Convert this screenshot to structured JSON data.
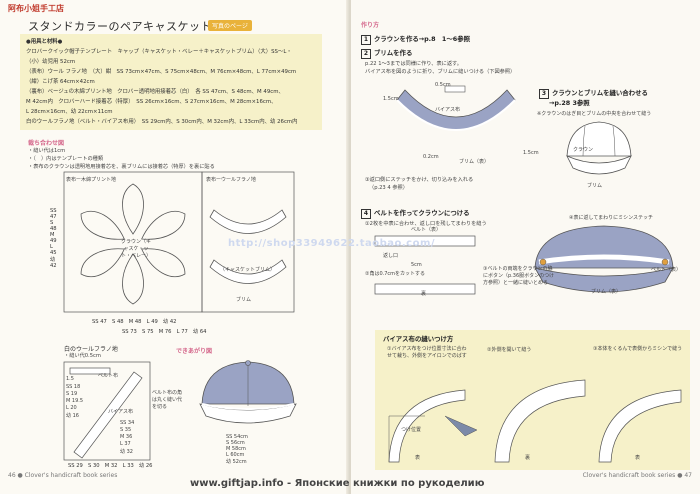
{
  "site_logo": "阿布小姐手工店",
  "left": {
    "title": "スタンドカラーのペアキャスケット",
    "tag": "写真のページ",
    "materials": {
      "heading": "●用具と材料●",
      "lines": [
        "クロバークイック帽子テンプレート　キャップ（キャスケット・ベレー＋キャスケットブリム）（大）SS〜L・",
        "（小）幼児用 52cm",
        "（表布）ウール フラノ地　（大）紺　SS 73cm×47cm、S 75cm×48cm、M 76cm×48cm、L 77cm×49cm",
        "（紺）こげ茶 64cm×42cm",
        "（裏布）ベージュの木綿プリント地　クロバー透明地用接着芯（白）　各 SS 47cm、S 48cm、M 49cm、",
        "M 42cm内　クロバーハード接着芯（特厚）　SS 26cm×16cm、S 27cm×16cm、M 28cm×16cm、",
        "L 28cm×16cm、幼 22cm×11cm",
        "白のウールフラノ地（ベルト・バイアス布用）　SS 29cm内、S 30cm内、M 32cm内、L 33cm内、幼 26cm内"
      ]
    },
    "cutting": {
      "heading": "裁ち合わせ図",
      "notes": [
        "・縫い代は1cm",
        "・（　）内はテンプレートの種類",
        "・表布のクラウンは透明地用接着芯を、裏ブリムには接着芯（特厚）を裏に貼る"
      ],
      "crown_box_label": "表布ー木綿プリント地",
      "crown_label": "クラウン（キャスケ・ット・ベレー）",
      "brim_box_label": "表布ーウールフラノ地",
      "brim_label": "（キャスケットブリム）",
      "brim_label2": "ブリム",
      "left_dims": [
        "SS",
        "47",
        "S",
        "48",
        "M",
        "49",
        "L",
        "45",
        "幼",
        "42"
      ],
      "bottom_dims1": "SS 47　S 48　M 48　L 49　幼 42",
      "bottom_dims2": "SS 73　S 75　M 76　L 77　幼 64"
    },
    "white_fabric": {
      "heading": "白のウールフラノ地",
      "sub": "・縫い代0.5cm",
      "dims": [
        "1.5",
        "SS 18",
        "S 19",
        "M 19.5",
        "L 20",
        "幼 16"
      ],
      "belt_label": "ベルト布",
      "bias_label": "バイアス布",
      "bias_dims": [
        "SS 34",
        "S 35",
        "M 36",
        "L 37",
        "幼 32"
      ],
      "bottom": "SS 29　S 30　M 32　L 33　幼 26",
      "side_note": "ベルト布の角は丸く縫い代を切る"
    },
    "finished": {
      "heading": "できあがり図",
      "sizes": [
        "SS 54cm",
        "S 56cm",
        "M 58cm",
        "L 60cm",
        "幼 52cm"
      ]
    },
    "footer": "46 ● Clover's handicraft book series"
  },
  "right": {
    "heading": "作り方",
    "step1": {
      "num": "1",
      "title": "クラウンを作る→p.8　1〜6参照"
    },
    "step2": {
      "num": "2",
      "title": "ブリムを作る",
      "notes": [
        "p.22 1〜3までは同様に作り、表に返す。",
        "バイアス布を図のように折り、ブリムに縫いつける（下図参照）"
      ],
      "dims": [
        "0.5cm",
        "1.5cm",
        "バイアス布",
        "1.5cm",
        "0.2cm",
        "ブリム（表）"
      ],
      "sub3": "③返口側にステッチをかけ、切り込みを入れる",
      "sub3b": "（p.23 4 参照）"
    },
    "step3": {
      "num": "3",
      "title": "クラウンとブリムを縫い合わせる",
      "sub": "→p.28 3参照",
      "note": "※クラウンのはぎ目とブリムの中央を合わせて縫う",
      "crown": "クラウン",
      "brim": "ブリム"
    },
    "step4": {
      "num": "4",
      "title": "ベルトを作ってクラウンにつける",
      "notes": [
        "①2枚を中表に合わせ、返し口を残してまわりを縫う"
      ],
      "labels": [
        "ベルト（表）",
        "返し口",
        "5cm",
        "②角は0.7cmをカットする",
        "裏",
        "④表に返してまわりにミシンステッチ",
        "③ベルトの両端をクラウンの脇にボタン（p.36服ボタンのつけ方参照）と一緒に縫いとめる",
        "ベルト（表）",
        "ブリム（表）"
      ]
    },
    "bias": {
      "title": "バイアス布の縫いつけ方",
      "s1": "①バイアス布をつけ位置寸法に合わせて裁ち、外側をアイロンでのばす",
      "s2": "②外側を開いて縫う",
      "s3": "③本体をくるんで表側からミシンで縫う",
      "labels": [
        "つけ位置",
        "表",
        "裏",
        "表"
      ]
    },
    "footer": "Clover's handicraft book series ● 47"
  },
  "watermark_mid": "http://shop33949622.taobao.com/",
  "watermark": "www.giftjap.info - Японские книжки по рукоделию"
}
